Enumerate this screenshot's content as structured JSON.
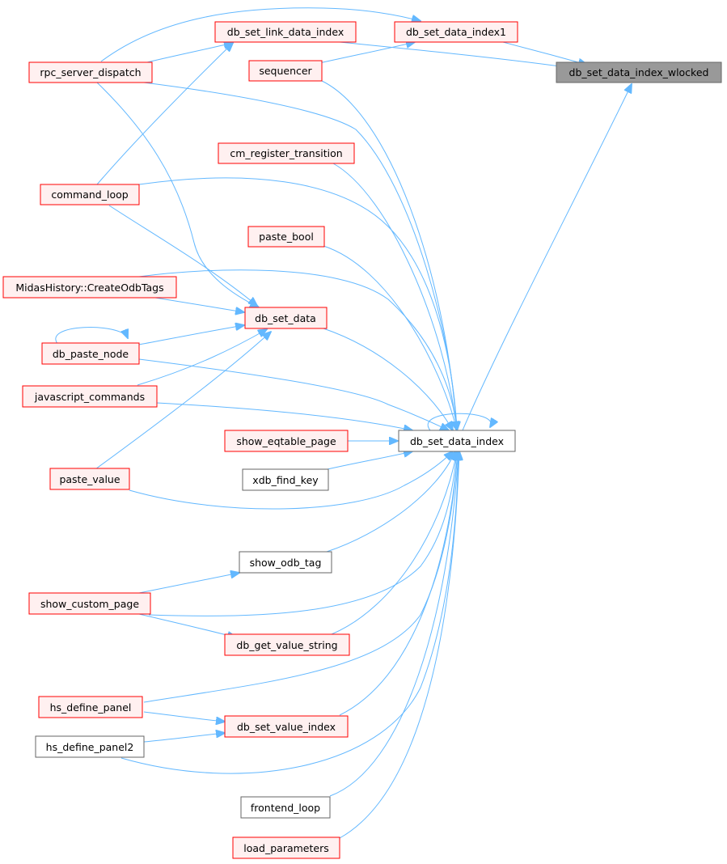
{
  "nodes": {
    "db_set_data_index_wlocked": "db_set_data_index_wlocked",
    "db_set_link_data_index": "db_set_link_data_index",
    "db_set_data_index1": "db_set_data_index1",
    "rpc_server_dispatch": "rpc_server_dispatch",
    "sequencer": "sequencer",
    "cm_register_transition": "cm_register_transition",
    "command_loop": "command_loop",
    "paste_bool": "paste_bool",
    "MidasHistory_CreateOdbTags": "MidasHistory::CreateOdbTags",
    "db_set_data": "db_set_data",
    "db_paste_node": "db_paste_node",
    "javascript_commands": "javascript_commands",
    "db_set_data_index": "db_set_data_index",
    "show_eqtable_page": "show_eqtable_page",
    "xdb_find_key": "xdb_find_key",
    "paste_value": "paste_value",
    "show_odb_tag": "show_odb_tag",
    "show_custom_page": "show_custom_page",
    "db_get_value_string": "db_get_value_string",
    "hs_define_panel": "hs_define_panel",
    "db_set_value_index": "db_set_value_index",
    "hs_define_panel2": "hs_define_panel2",
    "frontend_loop": "frontend_loop",
    "load_parameters": "load_parameters"
  },
  "colors": {
    "edge": "#63b8ff",
    "node_border_red": "#ff0000",
    "node_fill_red": "#fff0f0",
    "node_border_plain": "#666666",
    "node_fill_target": "#999999"
  }
}
